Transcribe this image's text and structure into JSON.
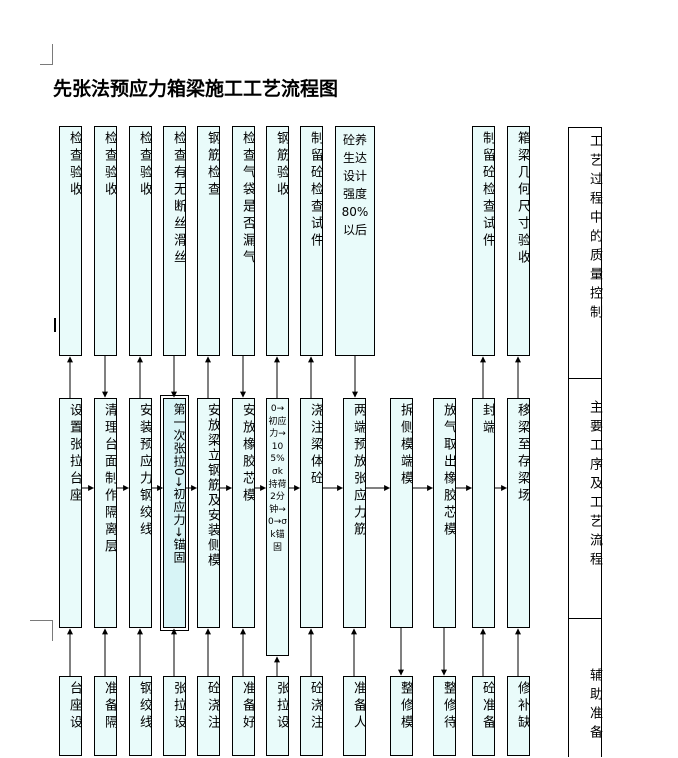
{
  "title": "先张法预应力箱梁施工工艺流程图",
  "top_row": [
    "检查验收",
    "检查验收",
    "检查验收",
    "检查有无断丝滑丝",
    "钢筋检查",
    "检查气袋是否漏气",
    "钢筋验收",
    "制留砼检查试件",
    "砼养生达设计强度80%以后",
    "制留砼检查试件",
    "箱梁几何尺寸验收"
  ],
  "middle_row": [
    "设置张拉台座",
    "清理台面制作隔离层",
    "安装预应力钢绞线",
    "第一次张拉0→初应力→锚固",
    "安放梁立钢筋及安装侧模",
    "安放橡胶芯模",
    "0→初应力→105%σk持荷2分钟→0→σk锚固",
    "浇注梁体砼",
    "两端预放张应力筋",
    "拆侧模端模",
    "放气取出橡胶芯模",
    "封端",
    "移梁至存梁场"
  ],
  "bottom_row": [
    "台座设",
    "准备隔",
    "钢绞线",
    "张拉设",
    "砼浇注",
    "准备好",
    "张拉设",
    "砼浇注",
    "准备人",
    "整修模",
    "整修待",
    "砼准备",
    "修补缺"
  ],
  "side_column": {
    "quality": "工艺过程中的质量控制",
    "process": "主要工序及工艺流程",
    "aux": "辅助准备"
  }
}
